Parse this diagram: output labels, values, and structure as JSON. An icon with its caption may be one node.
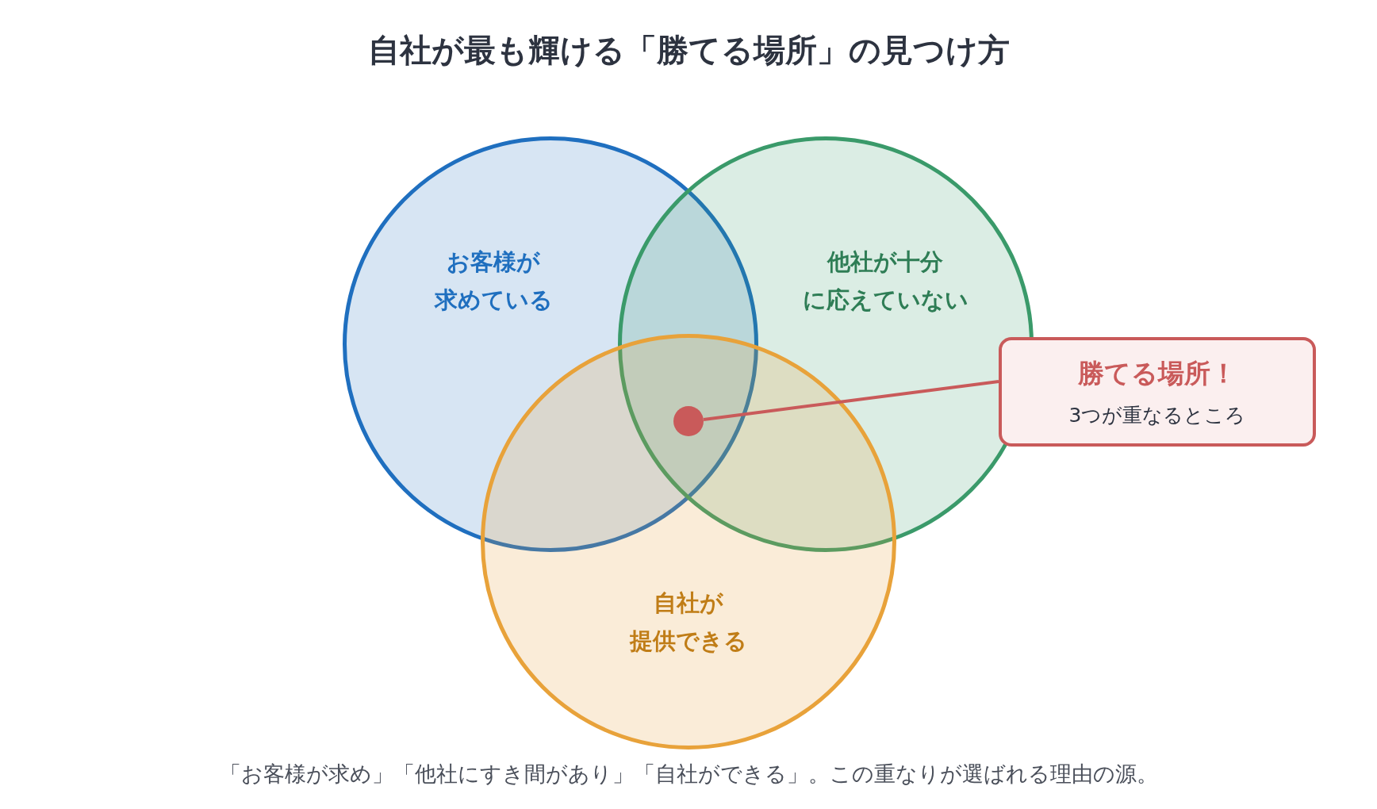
{
  "diagram": {
    "title": "自社が最も輝ける「勝てる場所」の見つけ方",
    "nodes": [
      {
        "text": [
          "お客様が求めている"
        ]
      },
      {
        "text": [
          "他社が十分に応えていない"
        ]
      },
      {
        "text": [
          "自社が提供できる"
        ]
      },
      {
        "text": [],
        "shape": "circle"
      },
      {
        "text": [
          "勝てる場所！",
          "3つが重なるところ"
        ]
      }
    ],
    "edges": [
      {
        "from": 4,
        "to": 3,
        "arrow": "none"
      }
    ],
    "caption": "「お客様が求め」「他社にすき間があり」「自社ができる」。この重なりが選ばれる理由の源。"
  }
}
